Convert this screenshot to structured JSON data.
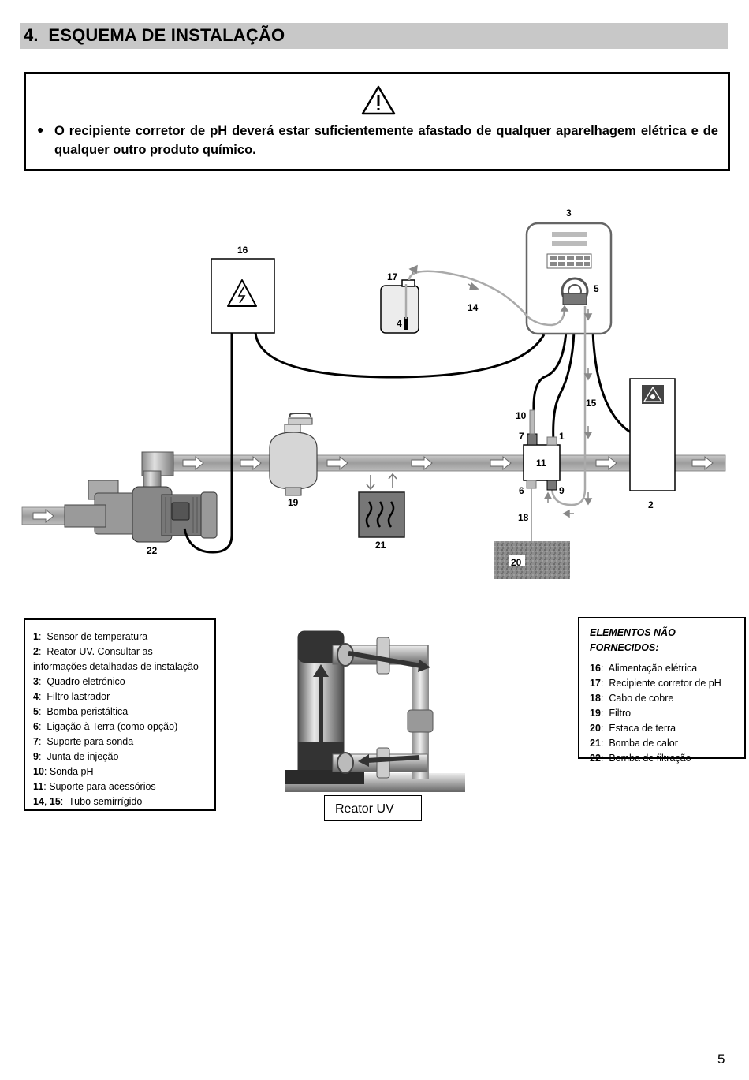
{
  "section": {
    "number": "4.",
    "title": "ESQUEMA DE INSTALAÇÃO"
  },
  "warning": {
    "icon": "warning-triangle-icon",
    "text": "O recipiente corretor de pH deverá estar suficientemente afastado de qualquer aparelhagem elétrica e de qualquer outro produto químico."
  },
  "diagram": {
    "labels": [
      "1",
      "2",
      "3",
      "4",
      "5",
      "6",
      "7",
      "9",
      "10",
      "11",
      "14",
      "15",
      "16",
      "17",
      "18",
      "19",
      "20",
      "21",
      "22"
    ]
  },
  "legend_supplied": {
    "items": [
      {
        "num": "1",
        "sep": ":",
        "text": "Sensor de temperatura"
      },
      {
        "num": "2",
        "sep": ":",
        "text": "Reator UV. Consultar as informações detalhadas de instalação"
      },
      {
        "num": "3",
        "sep": ":",
        "text": "Quadro eletrónico"
      },
      {
        "num": "4",
        "sep": ":",
        "text": "Filtro lastrador"
      },
      {
        "num": "5",
        "sep": ":",
        "text": "Bomba peristáltica"
      },
      {
        "num": "6",
        "sep": ":",
        "text": "Ligação à Terra",
        "extra": "(como opção)"
      },
      {
        "num": "7",
        "sep": ":",
        "text": "Suporte para sonda"
      },
      {
        "num": "9",
        "sep": ":",
        "text": "Junta de injeção"
      },
      {
        "num": "10",
        "sep": ":",
        "text": "Sonda pH"
      },
      {
        "num": "11",
        "sep": ":",
        "text": "Suporte para acessórios"
      },
      {
        "num": "14",
        "sep": ",",
        "num2": "15",
        "sep2": ":",
        "text": "Tubo semirrígido"
      }
    ]
  },
  "uv_reactor": {
    "caption": "Reator UV"
  },
  "legend_not_supplied": {
    "title": "ELEMENTOS NÃO FORNECIDOS:",
    "items": [
      {
        "num": "16",
        "text": "Alimentação elétrica"
      },
      {
        "num": "17",
        "text": "Recipiente corretor de pH"
      },
      {
        "num": "18",
        "text": "Cabo de cobre"
      },
      {
        "num": "19",
        "text": "Filtro"
      },
      {
        "num": "20",
        "text": "Estaca de terra"
      },
      {
        "num": "21",
        "text": "Bomba de calor"
      },
      {
        "num": "22",
        "text": "Bomba de filtração"
      }
    ]
  },
  "page": {
    "number": "5"
  }
}
